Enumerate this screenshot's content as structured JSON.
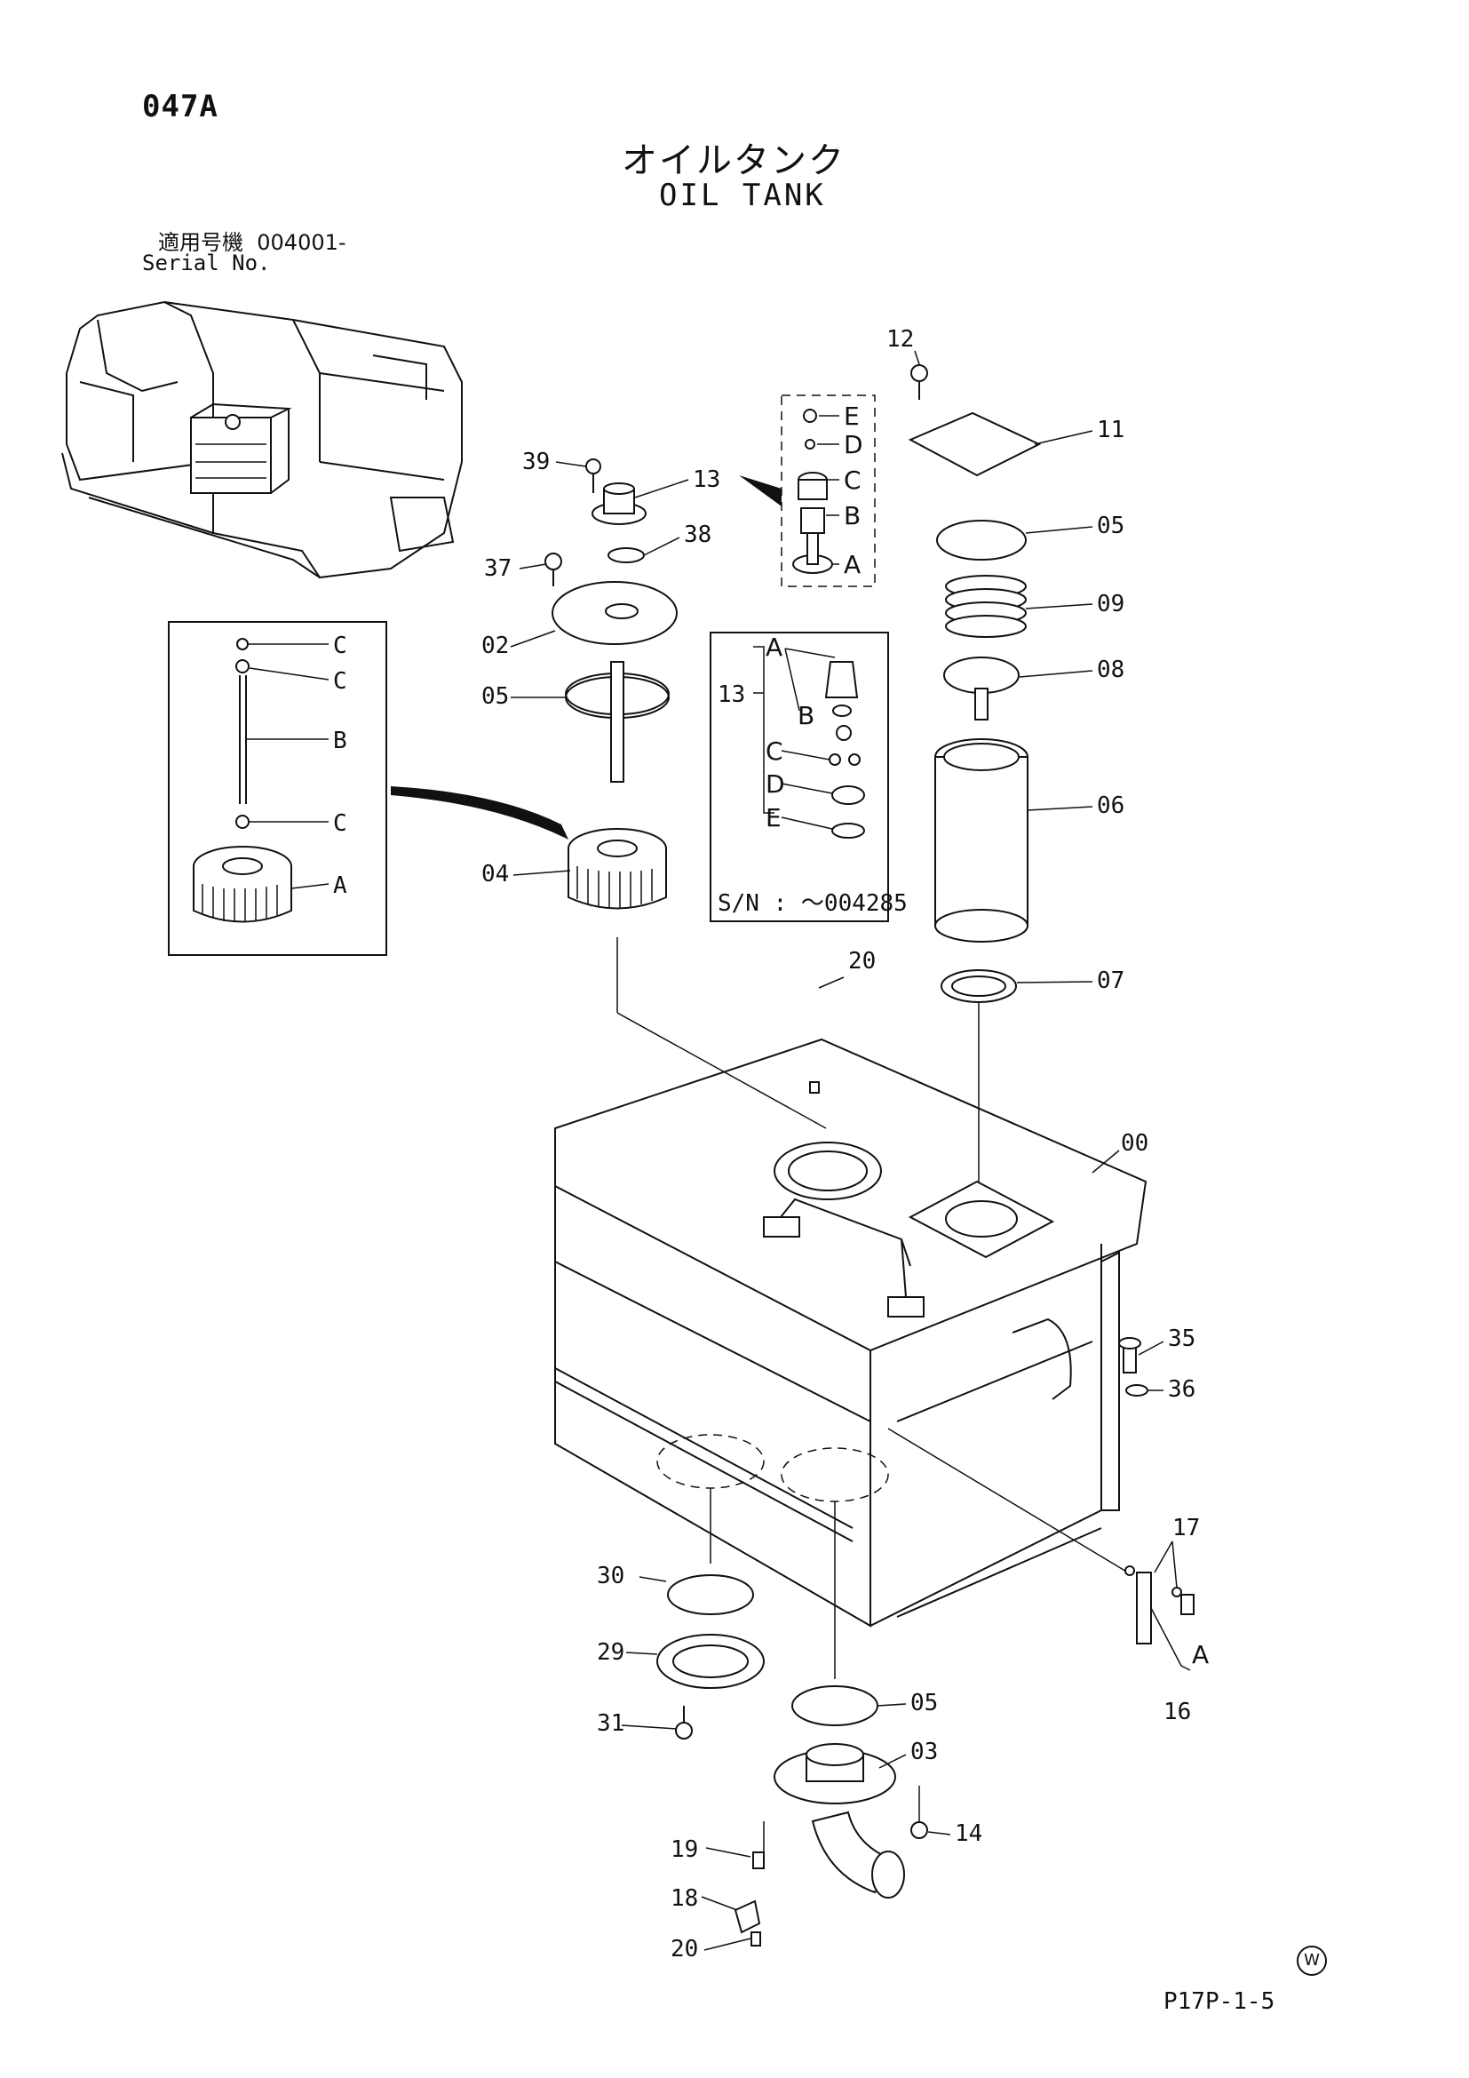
{
  "header": {
    "page_no": "047A",
    "title_jp": "オイルタンク",
    "title_en": "OIL TANK",
    "serial_label_jp": "適用号機",
    "serial_from": "004001-",
    "serial_label_en": "Serial No."
  },
  "callouts": [
    "00",
    "02",
    "03",
    "04",
    "05",
    "05",
    "05",
    "06",
    "07",
    "08",
    "09",
    "11",
    "12",
    "13",
    "14",
    "16",
    "17",
    "18",
    "19",
    "20",
    "20",
    "29",
    "30",
    "31",
    "35",
    "36",
    "37",
    "38",
    "39",
    "A"
  ],
  "detail_13": {
    "items": [
      "E",
      "D",
      "C",
      "B",
      "A"
    ]
  },
  "detail_04": {
    "items": [
      "C",
      "C",
      "B",
      "C",
      "A"
    ]
  },
  "detail_13_old": {
    "ref": "13",
    "items": [
      "A",
      "B",
      "C",
      "D",
      "E"
    ],
    "serial_note": "S/N : ～004285"
  },
  "footer": {
    "code": "P17P-1-5",
    "mark": "W"
  }
}
